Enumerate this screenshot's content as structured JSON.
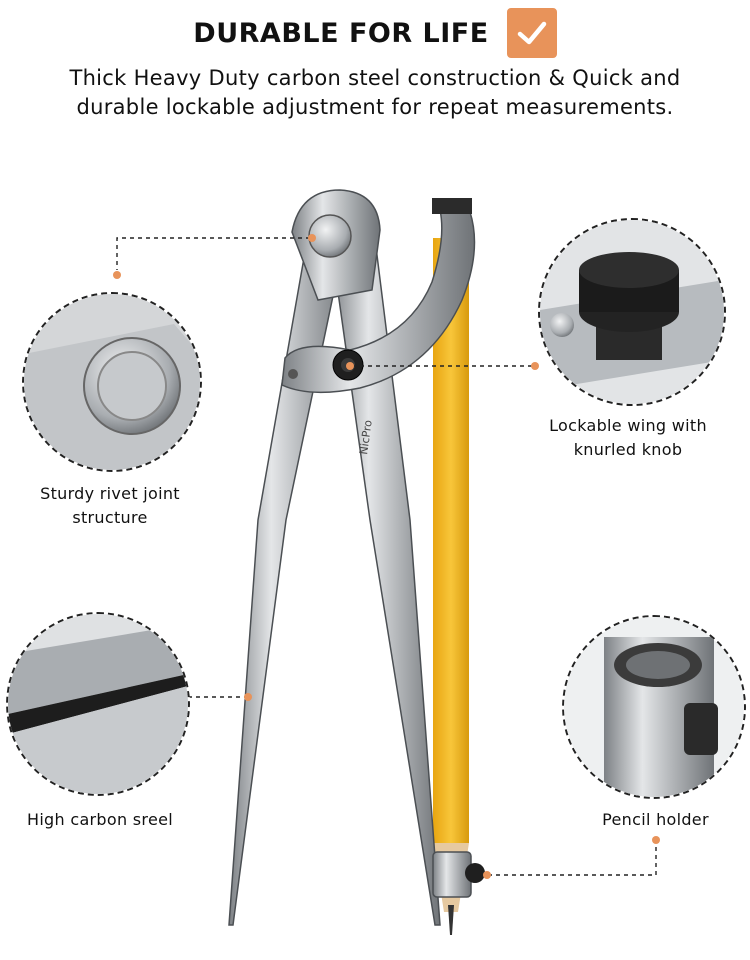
{
  "header": {
    "title": "DURABLE FOR LIFE",
    "badge_icon": "checkmark-icon",
    "subtitle": "Thick Heavy Duty carbon steel construction & Quick and durable lockable adjustment for repeat measurements."
  },
  "product": {
    "brand_mark": "NicPro"
  },
  "callouts": {
    "rivet": {
      "label": "Sturdy rivet joint structure"
    },
    "wing": {
      "label": "Lockable wing with knurled knob"
    },
    "steel": {
      "label": "High carbon sreel"
    },
    "holder": {
      "label": "Pencil holder"
    }
  },
  "colors": {
    "accent": "#e8935a",
    "pencil": "#f3b418",
    "steel": "#b9bcbf"
  }
}
